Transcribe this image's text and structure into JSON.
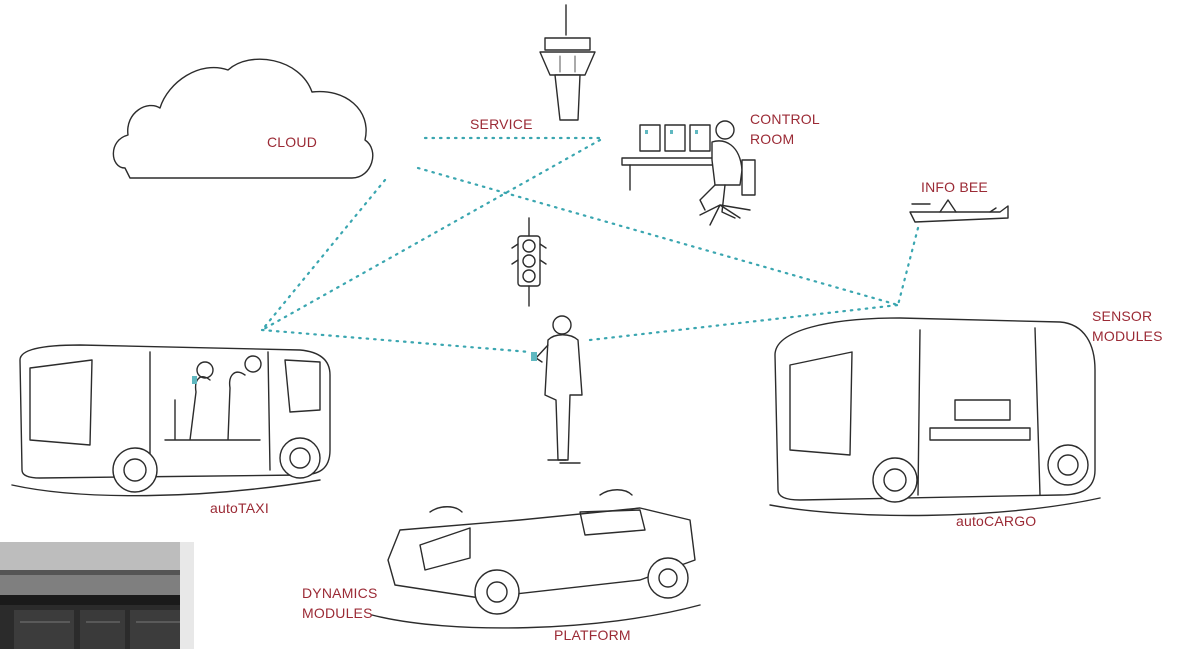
{
  "labels": {
    "cloud": "CLOUD",
    "service": "SERVICE",
    "control_room_line1": "CONTROL",
    "control_room_line2": "ROOM",
    "info_bee": "INFO BEE",
    "sensor_modules_line1": "SENSOR",
    "sensor_modules_line2": "MODULES",
    "auto_taxi": "autoTAXI",
    "auto_cargo": "autoCARGO",
    "dynamics_modules_line1": "DYNAMICS",
    "dynamics_modules_line2": "MODULES",
    "platform": "PLATFORM"
  },
  "colors": {
    "label": "#9b2a35",
    "connection": "#3aa6b0",
    "sketch": "#2c2c2c"
  },
  "icons": [
    "cloud-icon",
    "control-tower-icon",
    "control-room-icon",
    "drone-plane-icon",
    "traffic-light-icon",
    "pedestrian-with-phone-icon",
    "autotaxi-vehicle-icon",
    "autocargo-vehicle-icon",
    "platform-chassis-icon",
    "building-photo"
  ]
}
